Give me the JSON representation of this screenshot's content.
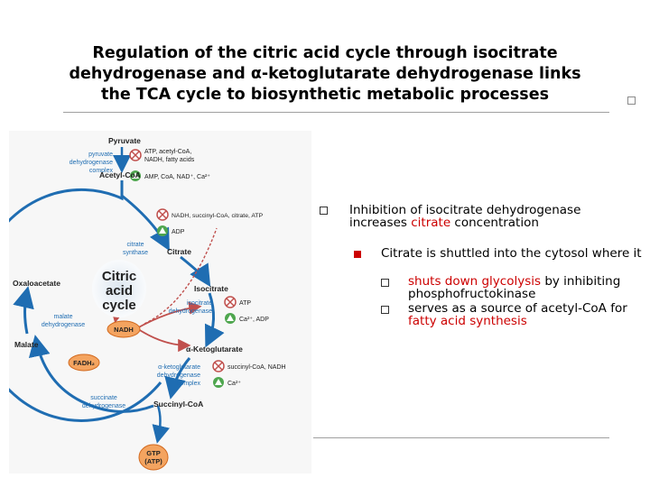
{
  "title": {
    "line1": "Regulation of the citric acid cycle through isocitrate",
    "line2": "dehydrogenase and α-ketoglutarate dehydrogenase links",
    "line3": "the TCA cycle to biosynthetic metabolic processes"
  },
  "diagram": {
    "pyruvate": "Pyruvate",
    "pdh": [
      "pyruvate",
      "dehydrogenase",
      "complex"
    ],
    "pdh_inhibitors": [
      "ATP, acetyl-CoA,",
      "NADH, fatty acids"
    ],
    "pdh_activators": "AMP, CoA, NAD⁺, Ca²⁺",
    "acetyl_coa": "Acetyl-CoA",
    "cs_inhibitors": "NADH, succinyl-CoA, citrate, ATP",
    "cs_activator": "ADP",
    "citrate_synthase": [
      "citrate",
      "synthase"
    ],
    "citrate": "Citrate",
    "cycle_label": [
      "Citric",
      "acid",
      "cycle"
    ],
    "oxaloacetate": "Oxaloacetate",
    "isocitrate": "Isocitrate",
    "idh": [
      "isocitrate",
      "dehydrogenase"
    ],
    "idh_inhibitor": "ATP",
    "idh_activators": "Ca²⁺, ADP",
    "mdh": [
      "malate",
      "dehydrogenase"
    ],
    "nadh": "NADH",
    "malate": "Malate",
    "akg": "α-Ketoglutarate",
    "fadh2": "FADH₂",
    "akgdh": [
      "α-ketoglutarate",
      "dehydrogenase",
      "complex"
    ],
    "akgdh_inhibitors": "succinyl-CoA, NADH",
    "akgdh_activator": "Ca²⁺",
    "sdh": [
      "succinate",
      "dehydrogenase"
    ],
    "succinyl_coa": "Succinyl-CoA",
    "gtp": [
      "GTP",
      "(ATP)"
    ]
  },
  "bullets": {
    "item1": {
      "text_a": "Inhibition of isocitrate dehydrogenase increases ",
      "highlight": "citrate",
      "text_b": " concentration"
    },
    "sub1": "Citrate is shuttled into the cytosol where it",
    "subsub1": {
      "highlight": "shuts down glycolysis",
      "text": " by inhibiting phosphofructokinase"
    },
    "subsub2": {
      "text": "serves as a source of acetyl-CoA for ",
      "highlight": "fatty acid synthesis"
    }
  },
  "colors": {
    "arrow": "#1f6db2",
    "inhibit": "#c0504d",
    "activate": "#4ea64e",
    "highlight": "#cc0000",
    "nadh_fill": "#f4a460"
  }
}
